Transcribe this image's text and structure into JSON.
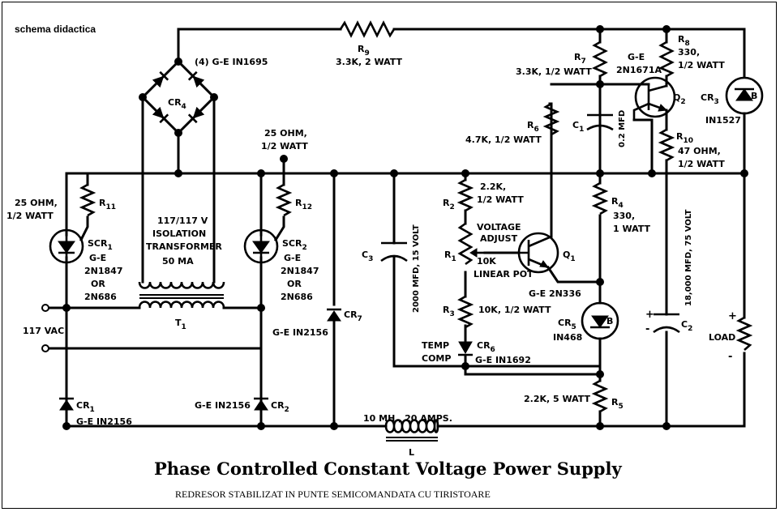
{
  "header": {
    "tag": "schema didactica"
  },
  "footer": {
    "title": "Phase Controlled Constant Voltage Power Supply",
    "subtitle": "REDRESOR STABILIZAT IN PUNTE SEMICOMANDATA CU TIRISTOARE"
  },
  "components": {
    "r9": {
      "ref": "R",
      "sub": "9",
      "value": "3.3K, 2 WATT"
    },
    "cr4": {
      "ref": "CR",
      "sub": "4",
      "part": "(4) G-E IN1695"
    },
    "transformer": {
      "line1": "117/117 V",
      "line2": "ISOLATION",
      "line3": "TRANSFORMER",
      "line4": "50 MA",
      "ref": "T",
      "sub": "1"
    },
    "input": {
      "label": "117 VAC"
    },
    "r11": {
      "ref": "R",
      "sub": "11",
      "value1": "25 OHM,",
      "value2": "1/2 WATT"
    },
    "scr1": {
      "ref": "SCR",
      "sub": "1",
      "part1": "G-E",
      "part2": "2N1847",
      "part3": "OR",
      "part4": "2N686"
    },
    "r12": {
      "ref": "R",
      "sub": "12",
      "value1": "25 OHM,",
      "value2": "1/2 WATT"
    },
    "scr2": {
      "ref": "SCR",
      "sub": "2",
      "part1": "G-E",
      "part2": "2N1847",
      "part3": "OR",
      "part4": "2N686"
    },
    "cr1": {
      "ref": "CR",
      "sub": "1",
      "part": "G-E IN2156"
    },
    "cr2": {
      "ref": "CR",
      "sub": "2",
      "part": "G-E IN2156"
    },
    "cr7": {
      "ref": "CR",
      "sub": "7",
      "part": "G-E IN2156"
    },
    "c3": {
      "ref": "C",
      "sub": "3",
      "value": "2000 MFD, 15 VOLT"
    },
    "r2": {
      "ref": "R",
      "sub": "2",
      "value1": "2.2K,",
      "value2": "1/2 WATT"
    },
    "r1": {
      "ref": "R",
      "sub": "1",
      "value1": "10K",
      "value2": "LINEAR POT",
      "name1": "VOLTAGE",
      "name2": "ADJUST"
    },
    "r3": {
      "ref": "R",
      "sub": "3",
      "value": "10K, 1/2 WATT"
    },
    "cr6": {
      "ref": "CR",
      "sub": "6",
      "part": "G-E IN1692",
      "name1": "TEMP",
      "name2": "COMP"
    },
    "q1": {
      "ref": "Q",
      "sub": "1",
      "part": "G-E 2N336"
    },
    "r6": {
      "ref": "R",
      "sub": "6",
      "value": "4.7K, 1/2 WATT"
    },
    "r7": {
      "ref": "R",
      "sub": "7",
      "value": "3.3K, 1/2 WATT"
    },
    "c1": {
      "ref": "C",
      "sub": "1",
      "value": "0.2 MFD"
    },
    "q2": {
      "ref": "Q",
      "sub": "2",
      "part1": "G-E",
      "part2": "2N1671A"
    },
    "r8": {
      "ref": "R",
      "sub": "8",
      "value1": "330,",
      "value2": "1/2 WATT"
    },
    "r10": {
      "ref": "R",
      "sub": "10",
      "value1": "47 OHM,",
      "value2": "1/2 WATT"
    },
    "cr3": {
      "ref": "CR",
      "sub": "3",
      "part": "IN1527",
      "mark": "B"
    },
    "r4": {
      "ref": "R",
      "sub": "4",
      "value1": "330,",
      "value2": "1 WATT"
    },
    "cr5": {
      "ref": "CR",
      "sub": "5",
      "part": "IN468",
      "mark": "B"
    },
    "r5": {
      "ref": "R",
      "sub": "5",
      "value": "2.2K, 5 WATT"
    },
    "c2": {
      "ref": "C",
      "sub": "2",
      "value": "18,000 MFD, 75 VOLT",
      "plus": "+",
      "minus": "-"
    },
    "load": {
      "label": "LOAD",
      "plus": "+",
      "minus": "-"
    },
    "choke": {
      "ref": "L",
      "value": "10 MH , 20 AMPS."
    }
  }
}
